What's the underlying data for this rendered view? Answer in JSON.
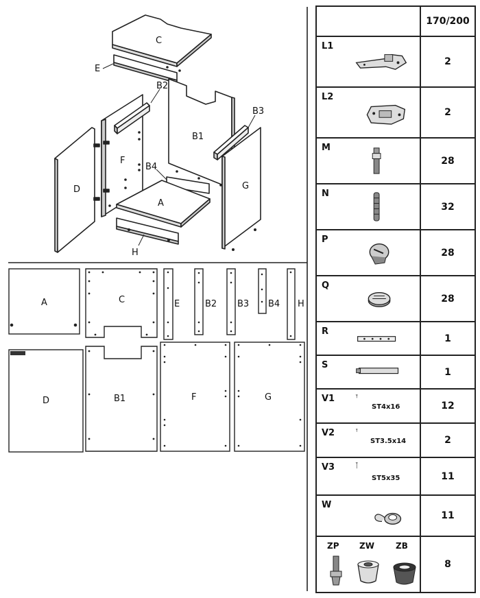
{
  "exploded": {
    "C": "C",
    "E": "E",
    "B2": "B2",
    "B3": "B3",
    "B1": "B1",
    "F": "F",
    "D": "D",
    "B4": "B4",
    "A": "A",
    "G": "G",
    "H": "H"
  },
  "panels": {
    "A": "A",
    "C": "C",
    "E": "E",
    "B2": "B2",
    "B3": "B3",
    "B4": "B4",
    "H": "H",
    "D": "D",
    "B1": "B1",
    "F": "F",
    "G": "G",
    "D_stamp": "████"
  },
  "table": {
    "header": "170/200",
    "rows": [
      {
        "code": "L1",
        "qty": "2",
        "icon": "hinge-arm-icon"
      },
      {
        "code": "L2",
        "qty": "2",
        "icon": "hinge-plate-icon"
      },
      {
        "code": "M",
        "qty": "28",
        "icon": "cam-bolt-icon"
      },
      {
        "code": "N",
        "qty": "32",
        "icon": "dowel-icon"
      },
      {
        "code": "P",
        "qty": "28",
        "icon": "cam-lock-icon"
      },
      {
        "code": "Q",
        "qty": "28",
        "icon": "cap-icon"
      },
      {
        "code": "R",
        "qty": "1",
        "icon": "metal-strip-icon"
      },
      {
        "code": "S",
        "qty": "1",
        "icon": "rod-icon"
      },
      {
        "code": "V1",
        "qty": "12",
        "icon": "screw-icon",
        "spec": "ST4x16"
      },
      {
        "code": "V2",
        "qty": "2",
        "icon": "screw-icon",
        "spec": "ST3.5x14"
      },
      {
        "code": "V3",
        "qty": "11",
        "icon": "long-screw-icon",
        "spec": "ST5x35"
      },
      {
        "code": "W",
        "qty": "11",
        "icon": "screw-cap-icon"
      },
      {
        "code": "",
        "qty": "8",
        "icon": "adjustable-foot-icon",
        "sub": [
          "ZP",
          "ZW",
          "ZB"
        ]
      }
    ]
  }
}
